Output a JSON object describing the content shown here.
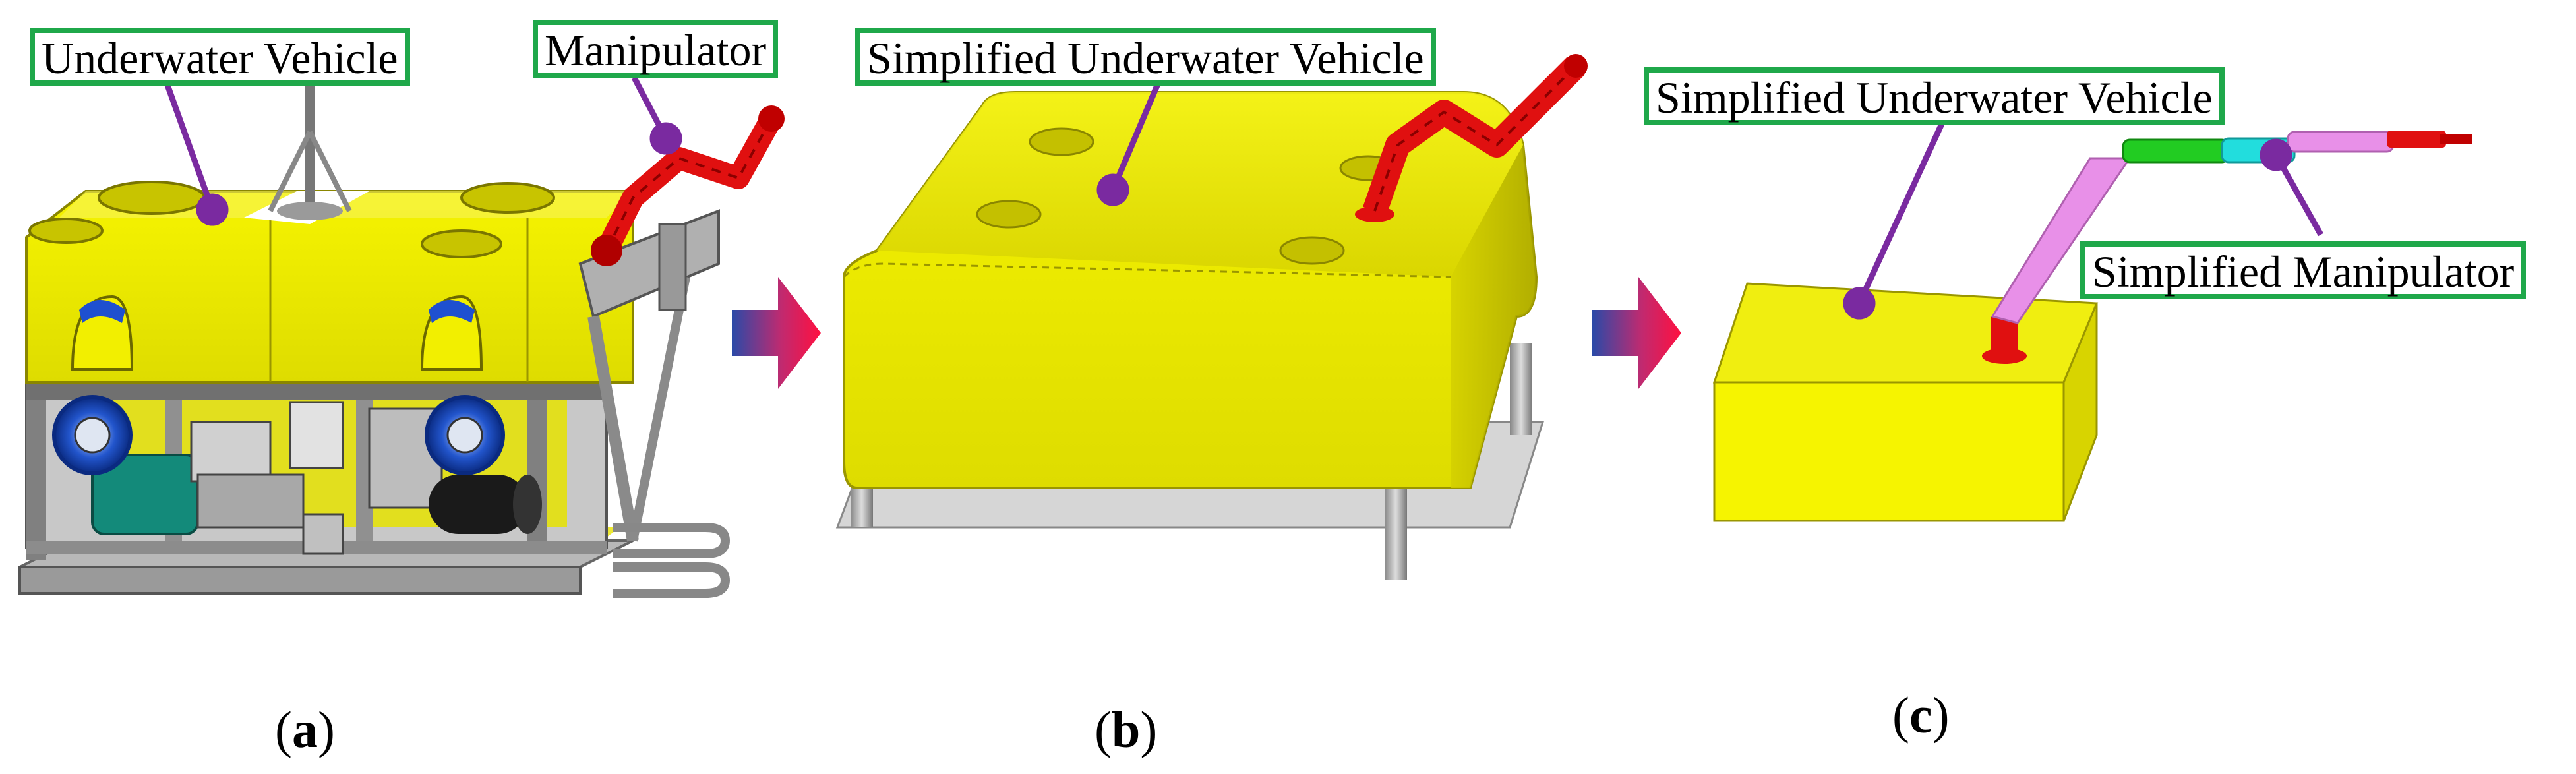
{
  "panels": [
    {
      "caption_open": "(",
      "caption_letter": "a",
      "caption_close": ")",
      "labels": {
        "vehicle": "Underwater Vehicle",
        "manipulator": "Manipulator"
      }
    },
    {
      "caption_open": "(",
      "caption_letter": "b",
      "caption_close": ")",
      "labels": {
        "vehicle": "Simplified Underwater Vehicle"
      }
    },
    {
      "caption_open": "(",
      "caption_letter": "c",
      "caption_close": ")",
      "labels": {
        "vehicle": "Simplified Underwater Vehicle",
        "manipulator": "Simplified Manipulator"
      }
    }
  ],
  "colors": {
    "label_border": "#1fa84a",
    "leader_line": "#7a2aa0",
    "vehicle_body": "#f2f200",
    "manipulator_red": "#e01010",
    "link_pink": "#e890e8",
    "link_green": "#22cc22",
    "link_cyan": "#22dddd",
    "frame_gray": "#b5b5b5",
    "arrow_gradient": [
      "#2a4aa8",
      "#ff1040"
    ]
  }
}
